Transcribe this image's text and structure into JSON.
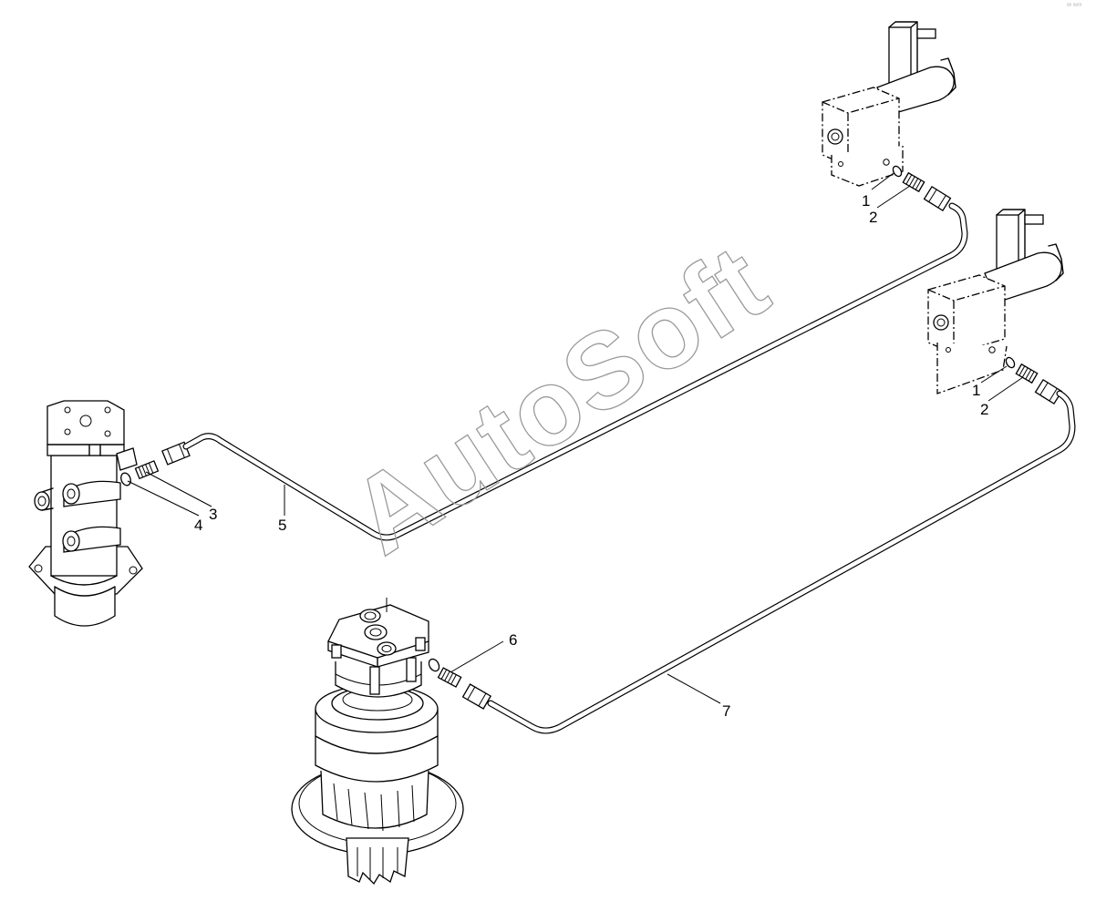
{
  "watermark": "AutoSoft",
  "corner_mark": "ᵃˢ ᵃᵘᵗᵒ",
  "callouts": {
    "upper_valve_1": "1",
    "upper_valve_2": "2",
    "lower_valve_1": "1",
    "lower_valve_2": "2",
    "swivel_3": "3",
    "swivel_4": "4",
    "pipe_5": "5",
    "motor_6": "6",
    "pipe_7": "7"
  }
}
